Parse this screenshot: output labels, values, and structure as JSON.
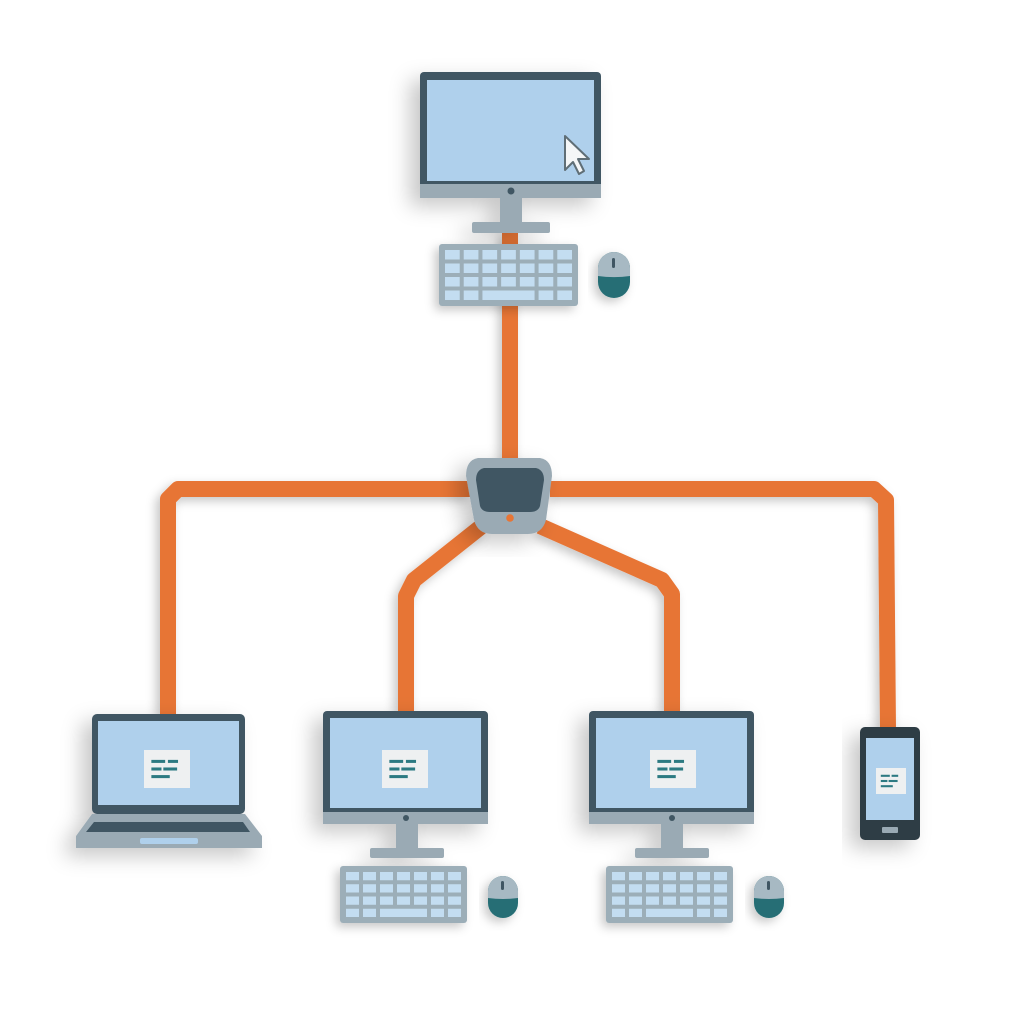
{
  "diagram": {
    "type": "kvm-network-illustration",
    "colors": {
      "cable": "#E77434",
      "frame": "#3F5663",
      "screen": "#AFD0EC",
      "stand": "#9AAAB4",
      "keyboard_body": "#9CAEB8",
      "key": "#C3DDF1",
      "mouse_top": "#A7B9C3",
      "mouse_bottom": "#256E75",
      "window_card": "#EEF0F1",
      "window_line": "#2C7A82",
      "switch_body": "#9AAAB4",
      "switch_face": "#3F5663",
      "led_orange": "#E77434",
      "led_gray": "#9AAAB4",
      "phone_body": "#2F3D45"
    },
    "nodes": [
      {
        "id": "control-station",
        "kind": "monitor-with-cursor",
        "peripherals": [
          "keyboard",
          "mouse"
        ]
      },
      {
        "id": "kvm-switch",
        "kind": "switch"
      },
      {
        "id": "laptop",
        "kind": "laptop"
      },
      {
        "id": "desktop-1",
        "kind": "monitor",
        "peripherals": [
          "keyboard",
          "mouse"
        ]
      },
      {
        "id": "desktop-2",
        "kind": "monitor",
        "peripherals": [
          "keyboard",
          "mouse"
        ]
      },
      {
        "id": "smartphone",
        "kind": "phone"
      }
    ],
    "edges": [
      {
        "from": "control-station",
        "to": "kvm-switch"
      },
      {
        "from": "kvm-switch",
        "to": "laptop"
      },
      {
        "from": "kvm-switch",
        "to": "desktop-1"
      },
      {
        "from": "kvm-switch",
        "to": "desktop-2"
      },
      {
        "from": "kvm-switch",
        "to": "smartphone"
      }
    ],
    "icons": {
      "cursor": "mouse-pointer-icon",
      "window": "app-window-icon"
    }
  }
}
